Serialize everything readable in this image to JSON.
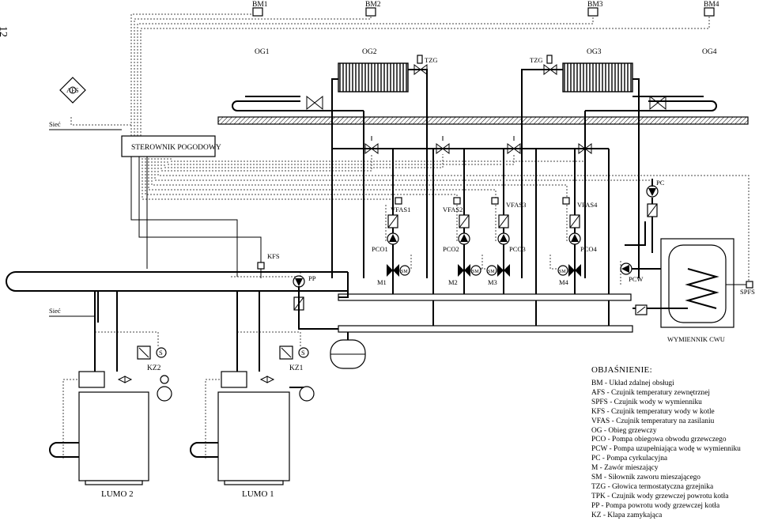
{
  "page_number": "12",
  "labels": {
    "bm1": "BM1",
    "bm2": "BM2",
    "bm3": "BM3",
    "bm4": "BM4",
    "og1": "OG1",
    "og2": "OG2",
    "og3": "OG3",
    "og4": "OG4",
    "tzg_left": "TZG",
    "tzg_right": "TZG",
    "afs": "AFS",
    "siec_top": "Sieć",
    "siec_bottom": "Sieć",
    "controller": "STEROWNIK POGODOWY",
    "kfs": "KFS",
    "vfas1": "VFAS1",
    "vfas2": "VFAS2",
    "vfas3": "VFAS3",
    "vfas4": "VFAS4",
    "pco1": "PCO1",
    "pco2": "PCO2",
    "pco3": "PCO3",
    "pco4": "PCO4",
    "m1": "M1",
    "m2": "M2",
    "m3": "M3",
    "m4": "M4",
    "sm": "SM",
    "pp": "PP",
    "pc": "PC",
    "pcw": "PCW",
    "spfs": "SPFS",
    "exchanger": "WYMIENNIK CWU",
    "kz1": "KZ1",
    "kz2": "KZ2",
    "s": "S",
    "boiler1": "LUMO 1",
    "boiler2": "LUMO 2"
  },
  "legend": {
    "title": "OBJAŚNIENIE:",
    "items": [
      "BM - Układ zdalnej obsługi",
      "AFS - Czujnik temperatury zewnętrznej",
      "SPFS - Czujnik wody w wymienniku",
      "KFS - Czujnik temperatury wody w kotle",
      "VFAS - Czujnik temperatury na zasilaniu",
      "OG - Obieg grzewczy",
      "PCO - Pompa obiegowa obwodu grzewczego",
      "PCW - Pompa uzupełniająca wodę w wymienniku",
      "PC - Pompa cyrkulacyjna",
      "M - Zawór mieszający",
      "SM - Siłownik zaworu mieszającego",
      "TZG - Głowica termostatyczna grzejnika",
      "TPK - Czujnik wody grzewczej powrotu kotła",
      "PP - Pompa powrotu wody grzewczej kotła",
      "KZ - Klapa zamykająca"
    ]
  }
}
